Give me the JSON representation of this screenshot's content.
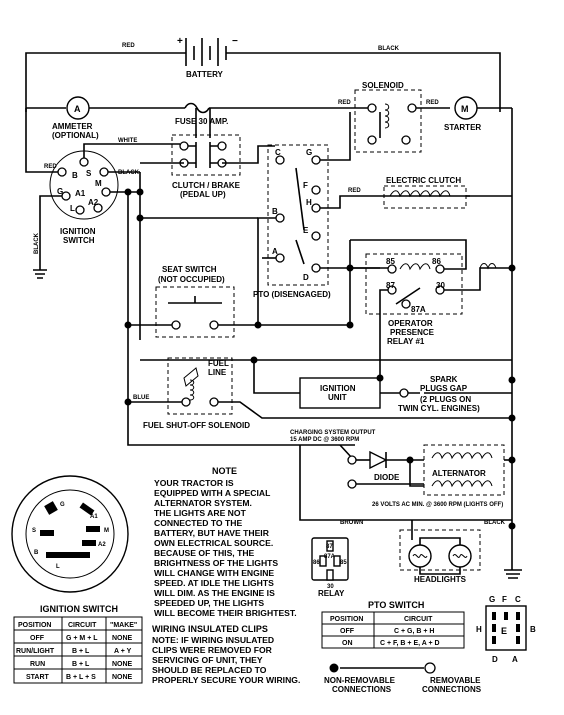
{
  "labels": {
    "battery": "BATTERY",
    "plus": "+",
    "minus": "−",
    "red": "RED",
    "black": "BLACK",
    "white": "WHITE",
    "blue": "BLUE",
    "brown": "BROWN",
    "ammeter_line1": "AMMETER",
    "ammeter_line2": "(OPTIONAL)",
    "ammeter_symbol": "A",
    "fuse": "FUSE 30 AMP.",
    "solenoid": "SOLENOID",
    "starter": "STARTER",
    "starter_symbol": "M",
    "clutch_line1": "CLUTCH / BRAKE",
    "clutch_line2": "(PEDAL UP)",
    "electric_clutch": "ELECTRIC CLUTCH",
    "ignition_switch_line1": "IGNITION",
    "ignition_switch_line2": "SWITCH",
    "seat_switch_line1": "SEAT SWITCH",
    "seat_switch_line2": "(NOT OCCUPIED)",
    "pto_disengaged": "PTO (DISENGAGED)",
    "opr_line1": "OPERATOR",
    "opr_line2": "PRESENCE",
    "opr_line3": "RELAY #1",
    "fuel_line1": "FUEL",
    "fuel_line2": "LINE",
    "ignition_unit_line1": "IGNITION",
    "ignition_unit_line2": "UNIT",
    "spark_line1": "SPARK",
    "spark_line2": "PLUGS GAP",
    "spark_line3": "(2 PLUGS ON",
    "spark_line4": "TWIN CYL. ENGINES)",
    "fuel_shutoff": "FUEL SHUT-OFF SOLENOID",
    "charging_line1": "CHARGING SYSTEM OUTPUT",
    "charging_line2": "15 AMP DC @ 3600 RPM",
    "diode": "DIODE",
    "alternator": "ALTERNATOR",
    "volts_ac": "26 VOLTS AC MIN. @ 3600 RPM (LIGHTS OFF)",
    "headlights": "HEADLIGHTS",
    "relay": "RELAY",
    "ign_pins": [
      "B",
      "S",
      "M",
      "G",
      "A1",
      "L",
      "A2"
    ],
    "pto_pins": [
      "C",
      "G",
      "F",
      "H",
      "B",
      "E",
      "A",
      "D"
    ],
    "relay_pins": [
      "85",
      "86",
      "87",
      "30",
      "87A"
    ],
    "relay_inset_pins": [
      "87",
      "87A",
      "86",
      "85",
      "30"
    ]
  },
  "note": {
    "title": "NOTE",
    "lines": [
      "YOUR TRACTOR IS",
      "EQUIPPED WITH A SPECIAL",
      "ALTERNATOR SYSTEM.",
      "THE LIGHTS ARE NOT",
      "CONNECTED TO THE",
      "BATTERY, BUT HAVE THEIR",
      "OWN ELECTRICAL SOURCE.",
      "BECAUSE OF THIS, THE",
      "BRIGHTNESS OF THE LIGHTS",
      "WILL CHANGE WITH ENGINE",
      "SPEED. AT IDLE THE LIGHTS",
      "WILL DIM.  AS THE ENGINE IS",
      "SPEEDED UP, THE LIGHTS",
      "WILL BECOME THEIR BRIGHTEST."
    ]
  },
  "clips": {
    "title": "WIRING INSULATED CLIPS",
    "lines": [
      "NOTE: IF WIRING INSULATED",
      "CLIPS WERE REMOVED FOR",
      "SERVICING OF UNIT, THEY",
      "SHOULD BE REPLACED TO",
      "PROPERLY SECURE YOUR WIRING."
    ]
  },
  "ignition_table": {
    "title": "IGNITION SWITCH",
    "headers": [
      "POSITION",
      "CIRCUIT",
      "\"MAKE\""
    ],
    "rows": [
      [
        "OFF",
        "G + M + L",
        "NONE"
      ],
      [
        "RUN/LIGHT",
        "B + L",
        "A + Y"
      ],
      [
        "RUN",
        "B + L",
        "NONE"
      ],
      [
        "START",
        "B + L + S",
        "NONE"
      ]
    ]
  },
  "pto_table": {
    "title": "PTO SWITCH",
    "headers": [
      "POSITION",
      "CIRCUIT"
    ],
    "rows": [
      [
        "OFF",
        "C + G, B + H"
      ],
      [
        "ON",
        "C + F, B + E, A + D"
      ]
    ]
  },
  "pto_inset": {
    "letters": [
      "G",
      "F",
      "C",
      "H",
      "B",
      "E",
      "D",
      "A"
    ]
  },
  "legend": {
    "non_removable_line1": "NON-REMOVABLE",
    "non_removable_line2": "CONNECTIONS",
    "removable_line1": "REMOVABLE",
    "removable_line2": "CONNECTIONS"
  }
}
